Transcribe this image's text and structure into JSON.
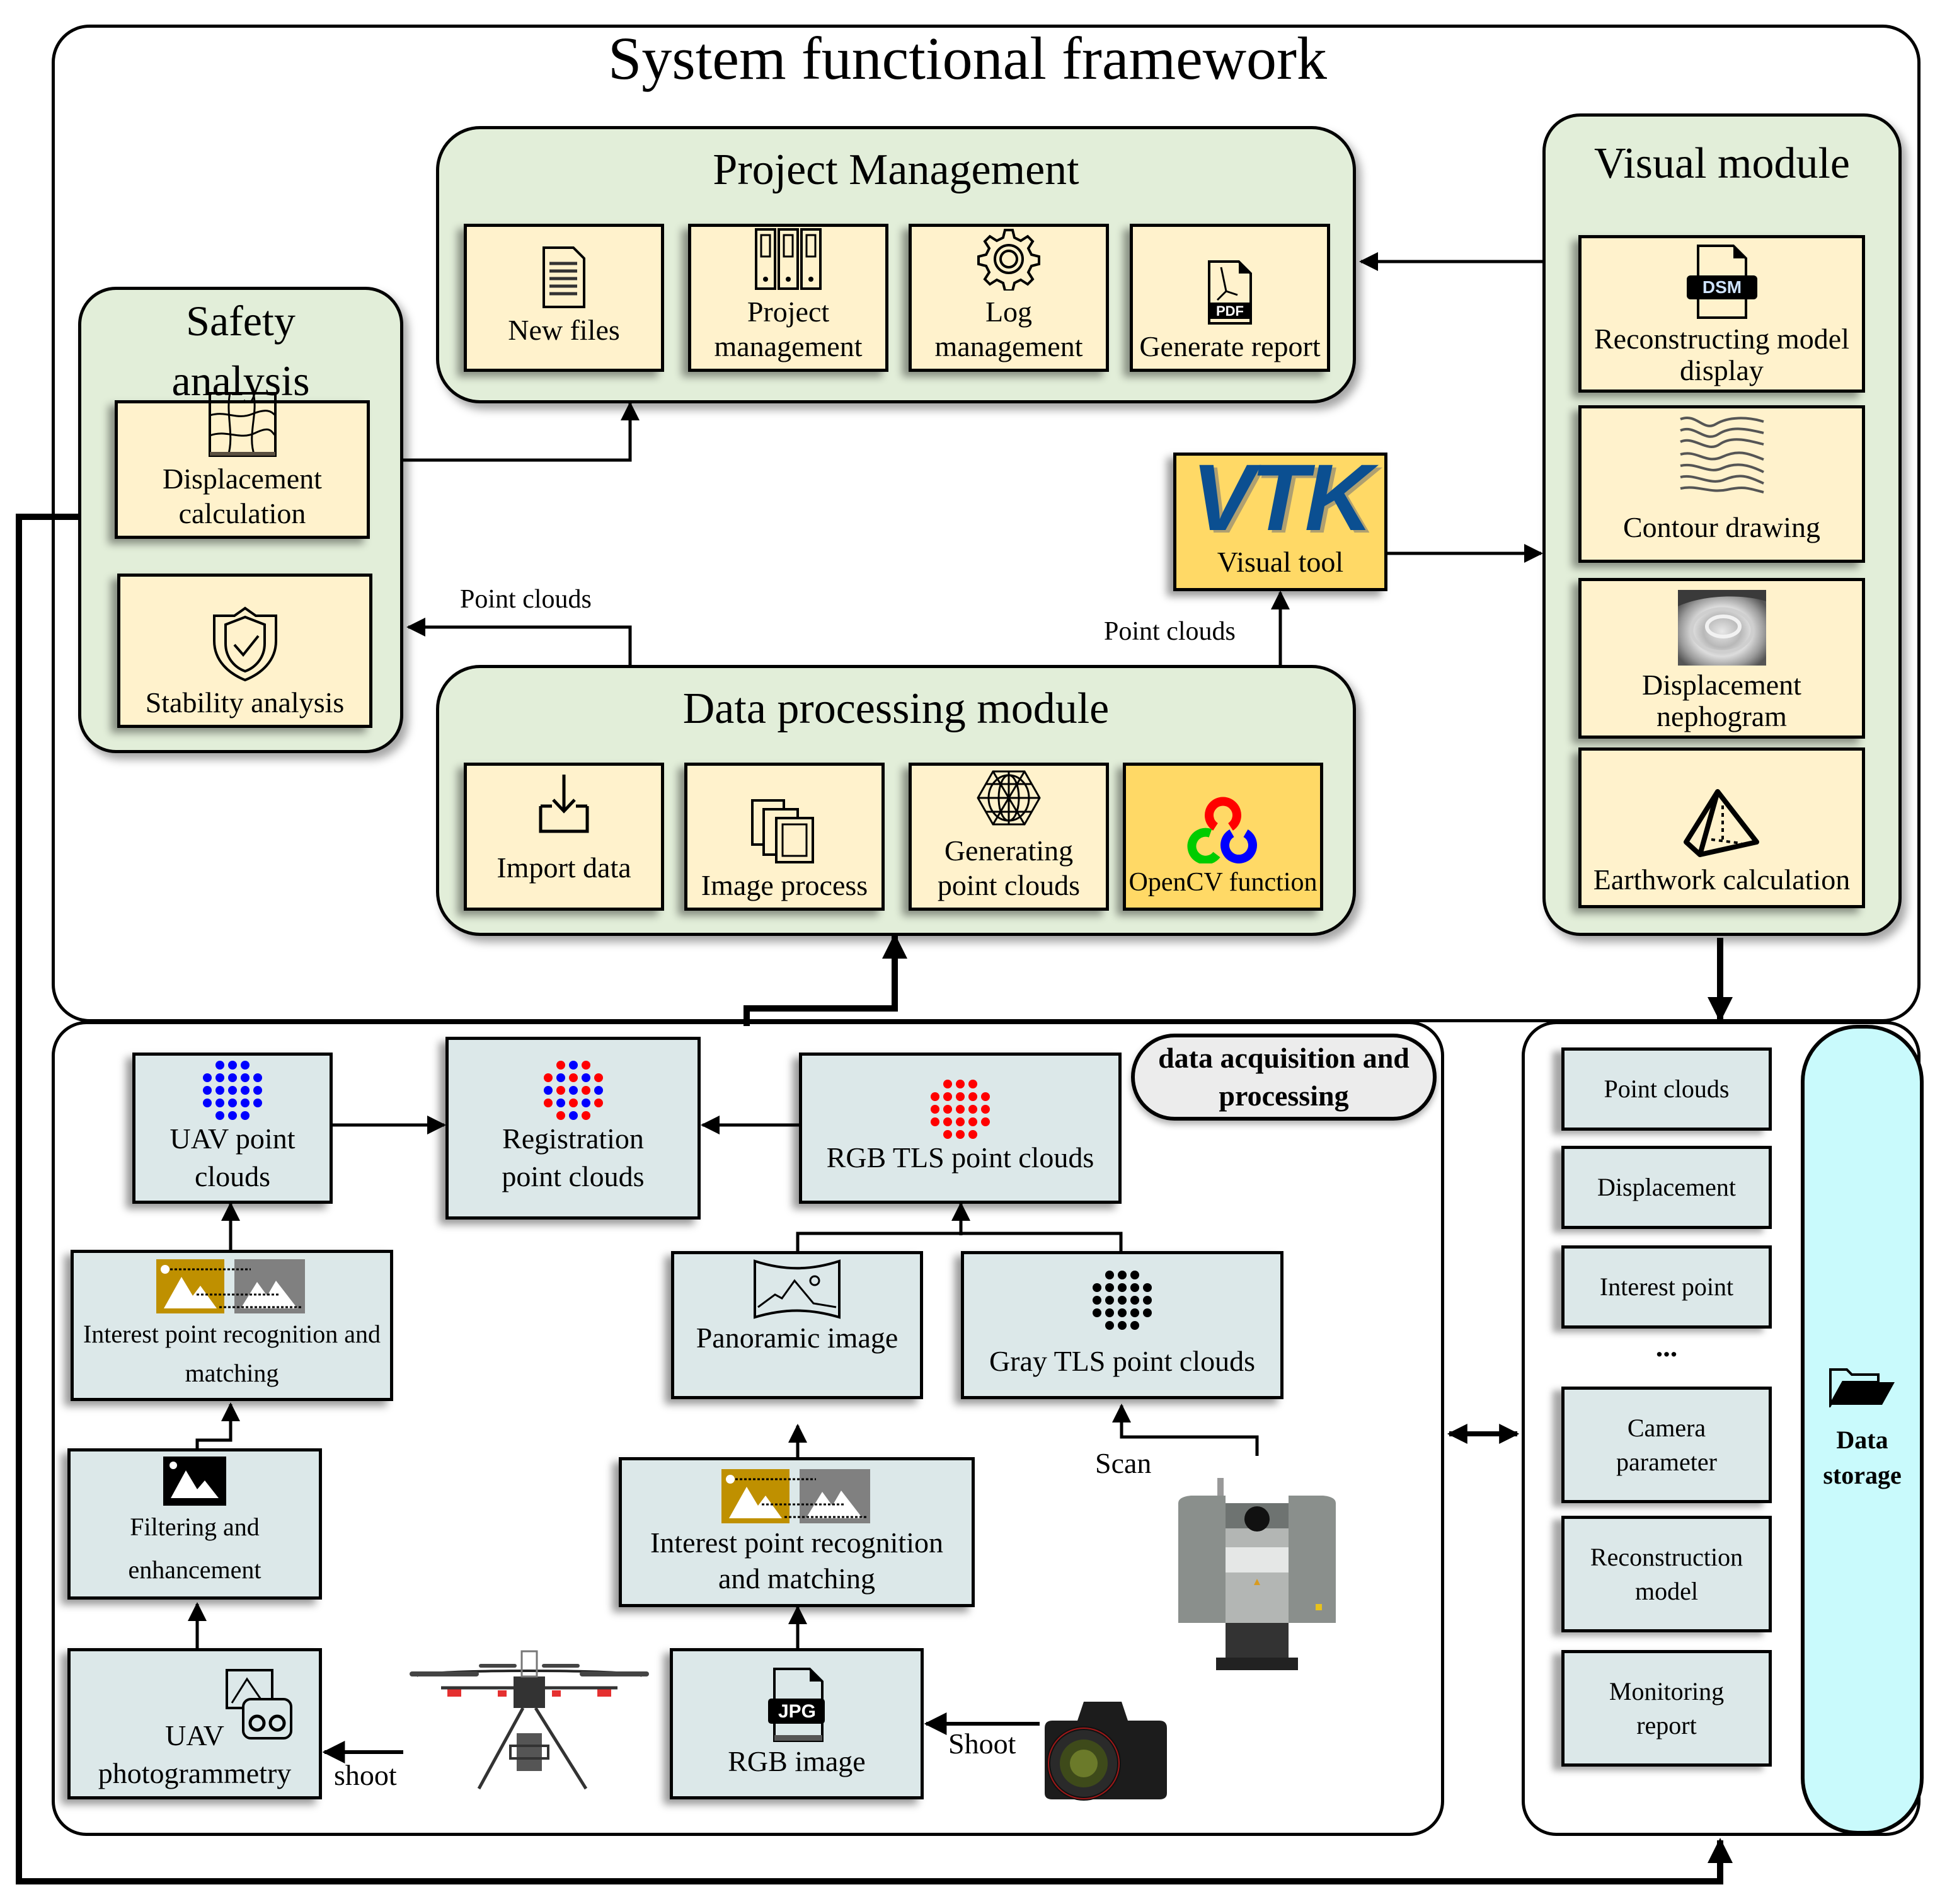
{
  "title": "System functional framework",
  "modules": {
    "project_management": {
      "title": "Project Management",
      "items": [
        {
          "label": "New files",
          "icon": "document-icon"
        },
        {
          "label": "Project management",
          "icon": "binders-icon"
        },
        {
          "label": "Log management",
          "icon": "gear-icon"
        },
        {
          "label": "Generate report",
          "icon": "pdf-icon",
          "icon_text": "PDF"
        }
      ]
    },
    "safety_analysis": {
      "title": "Safety analysis",
      "items": [
        {
          "label": "Displacement calculation",
          "icon": "deformed-grid-icon"
        },
        {
          "label": "Stability analysis",
          "icon": "shield-check-icon"
        }
      ]
    },
    "visual_module": {
      "title": "Visual module",
      "items": [
        {
          "label": "Reconstructing model display",
          "icon": "dsm-file-icon",
          "icon_text": "DSM"
        },
        {
          "label": "Contour drawing",
          "icon": "contour-map-icon"
        },
        {
          "label": "Displacement nephogram",
          "icon": "nephogram-image-icon"
        },
        {
          "label": "Earthwork calculation",
          "icon": "pyramid-icon"
        }
      ]
    },
    "data_processing": {
      "title": "Data processing module",
      "items": [
        {
          "label": "Import data",
          "icon": "import-icon"
        },
        {
          "label": "Image process",
          "icon": "images-stack-icon"
        },
        {
          "label": "Generating point clouds",
          "icon": "mesh-sphere-icon"
        },
        {
          "label": "OpenCV function",
          "icon": "opencv-logo-icon"
        }
      ]
    },
    "visual_tool": {
      "logo": "VTK",
      "label": "Visual tool"
    }
  },
  "edge_labels": {
    "point_clouds_left": "Point clouds",
    "point_clouds_right": "Point clouds",
    "shoot_uav": "shoot",
    "shoot_camera": "Shoot",
    "scan": "Scan"
  },
  "acquisition": {
    "badge": "data acquisition and processing",
    "boxes": {
      "uav_point_clouds": "UAV point clouds",
      "registration_point_clouds": "Registration point clouds",
      "rgb_tls_point_clouds": "RGB TLS point clouds",
      "uav_interest_point": "Interest point recognition and matching",
      "panoramic_image": "Panoramic image",
      "gray_tls_point_clouds": "Gray TLS point clouds",
      "filtering": "Filtering and enhancement",
      "rgb_interest_point": "Interest point recognition and matching",
      "uav_photogrammetry": "UAV photogrammetry",
      "rgb_image": "RGB image",
      "jpg_icon_text": "JPG"
    },
    "colors": {
      "uav_dots": "#0000ff",
      "rgb_dots": "#ff0000",
      "gray_dots": "#000000",
      "match_gold": "#bf9000",
      "match_gray": "#808080"
    }
  },
  "storage": {
    "items": [
      "Point clouds",
      "Displacement",
      "Interest point",
      "...",
      "Camera parameter",
      "Reconstruction model",
      "Monitoring report"
    ],
    "title": "Data storage"
  },
  "colors": {
    "module_fill": "#e2eed9",
    "tile_fill": "#fff2cc",
    "highlight_fill": "#ffd966",
    "acq_fill": "#dce8e9",
    "storage_fill": "#c9fafc",
    "vtk_blue": "#0b4f91"
  }
}
